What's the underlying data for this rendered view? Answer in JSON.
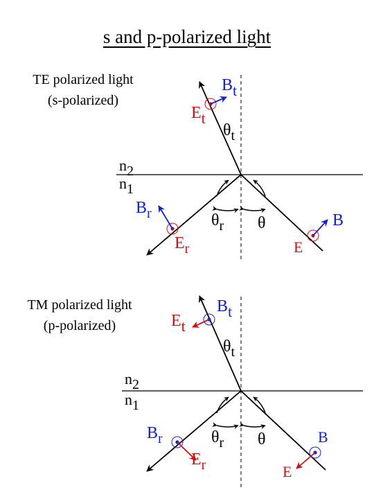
{
  "title": "s and p-polarized light",
  "colors": {
    "red": "#cc1111",
    "blue": "#1122cc",
    "black": "#000000"
  },
  "te": {
    "caption_line1": "TE polarized light",
    "caption_line2": "(s-polarized)",
    "n2": "n",
    "n2_sub": "2",
    "n1": "n",
    "n1_sub": "1",
    "Bt": "B",
    "Bt_sub": "t",
    "Et": "E",
    "Et_sub": "t",
    "theta_t": "θ",
    "theta_t_sub": "t",
    "theta_r": "θ",
    "theta_r_sub": "r",
    "theta": "θ",
    "Br": "B",
    "Br_sub": "r",
    "Er": "E",
    "Er_sub": "r",
    "B": "B",
    "E": "E"
  },
  "tm": {
    "caption_line1": "TM polarized light",
    "caption_line2": "(p-polarized)",
    "n2": "n",
    "n2_sub": "2",
    "n1": "n",
    "n1_sub": "1",
    "Bt": "B",
    "Bt_sub": "t",
    "Et": "E",
    "Et_sub": "t",
    "theta_t": "θ",
    "theta_t_sub": "t",
    "theta_r": "θ",
    "theta_r_sub": "r",
    "theta": "θ",
    "Br": "B",
    "Br_sub": "r",
    "Er": "E",
    "Er_sub": "r",
    "B": "B",
    "E": "E"
  }
}
